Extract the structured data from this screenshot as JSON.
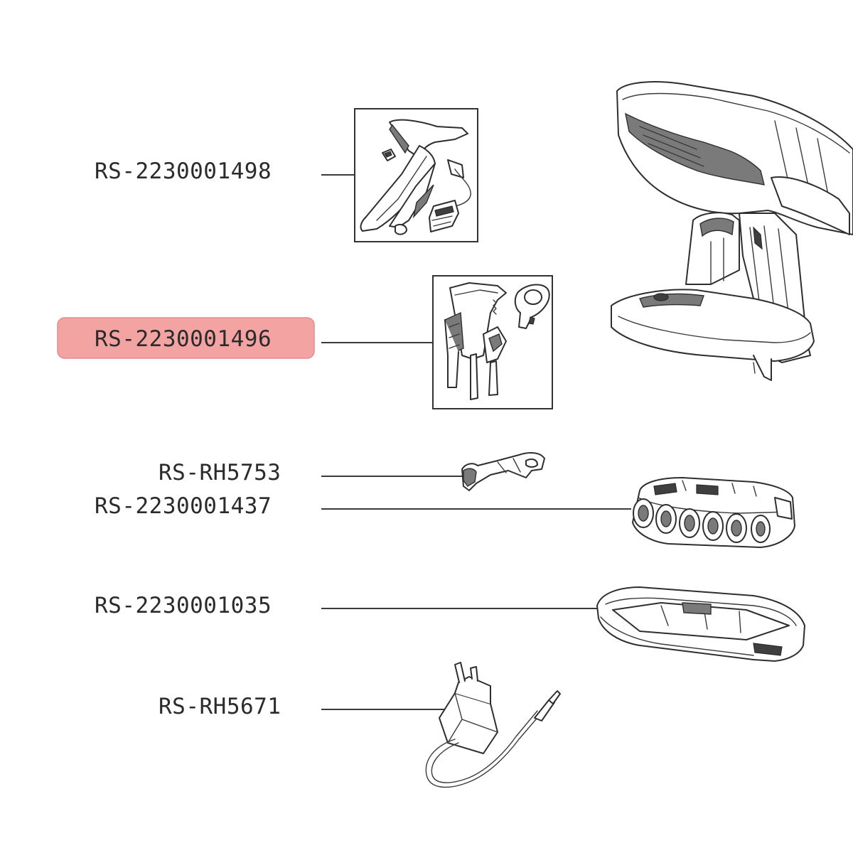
{
  "colors": {
    "highlight_fill": "#f4a3a3",
    "highlight_stroke": "#e58c8c",
    "line": "#3a3a3a",
    "text": "#2b2b2b"
  },
  "parts": [
    {
      "label": "RS-2230001498",
      "highlighted": false,
      "icon": "handle-assembly-icon"
    },
    {
      "label": "RS-2230001496",
      "highlighted": true,
      "icon": "switch-board-assembly-icon"
    },
    {
      "label": "RS-RH5753",
      "highlighted": false,
      "icon": "trigger-lever-icon"
    },
    {
      "label": "RS-2230001437",
      "highlighted": false,
      "icon": "battery-pack-icon"
    },
    {
      "label": "RS-2230001035",
      "highlighted": false,
      "icon": "battery-cover-icon"
    },
    {
      "label": "RS-RH5671",
      "highlighted": false,
      "icon": "charger-adapter-icon"
    }
  ],
  "main_unit_icon": "motor-body-housing-icon"
}
